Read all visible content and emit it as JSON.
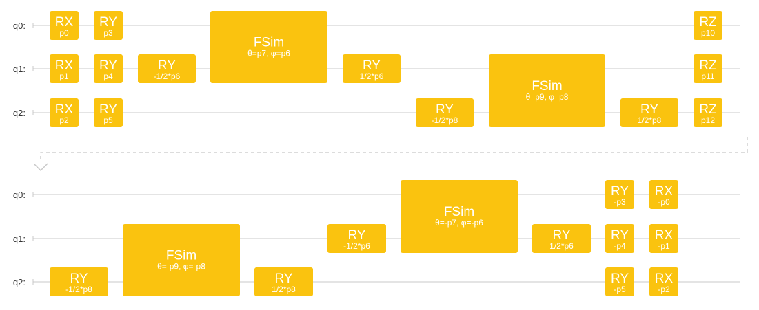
{
  "colors": {
    "gate": "#fac30f",
    "wire": "#c8c8c8",
    "label": "#333333",
    "text": "#ffffff"
  },
  "rows": [
    {
      "qubits": [
        "q0:",
        "q1:",
        "q2:"
      ],
      "gates": [
        {
          "id": "r1-rx-q0",
          "name": "RX",
          "param": "p0",
          "qubits": [
            0
          ],
          "col": 0
        },
        {
          "id": "r1-rx-q1",
          "name": "RX",
          "param": "p1",
          "qubits": [
            1
          ],
          "col": 0
        },
        {
          "id": "r1-rx-q2",
          "name": "RX",
          "param": "p2",
          "qubits": [
            2
          ],
          "col": 0
        },
        {
          "id": "r1-ry-q0",
          "name": "RY",
          "param": "p3",
          "qubits": [
            0
          ],
          "col": 1
        },
        {
          "id": "r1-ry-q1",
          "name": "RY",
          "param": "p4",
          "qubits": [
            1
          ],
          "col": 1
        },
        {
          "id": "r1-ry-q2",
          "name": "RY",
          "param": "p5",
          "qubits": [
            2
          ],
          "col": 1
        },
        {
          "id": "r1-ry-q1-b",
          "name": "RY",
          "param": "-1/2*p6",
          "qubits": [
            1
          ],
          "col": 2
        },
        {
          "id": "r1-fsim-01",
          "name": "FSim",
          "param": "θ=p7, φ=p6",
          "qubits": [
            0,
            1
          ],
          "col": 3
        },
        {
          "id": "r1-ry-q1-c",
          "name": "RY",
          "param": "1/2*p6",
          "qubits": [
            1
          ],
          "col": 4
        },
        {
          "id": "r1-ry-q2-b",
          "name": "RY",
          "param": "-1/2*p8",
          "qubits": [
            2
          ],
          "col": 5
        },
        {
          "id": "r1-fsim-12",
          "name": "FSim",
          "param": "θ=p9, φ=p8",
          "qubits": [
            1,
            2
          ],
          "col": 6
        },
        {
          "id": "r1-ry-q2-c",
          "name": "RY",
          "param": "1/2*p8",
          "qubits": [
            2
          ],
          "col": 7
        },
        {
          "id": "r1-rz-q0",
          "name": "RZ",
          "param": "p10",
          "qubits": [
            0
          ],
          "col": 8
        },
        {
          "id": "r1-rz-q1",
          "name": "RZ",
          "param": "p11",
          "qubits": [
            1
          ],
          "col": 8
        },
        {
          "id": "r1-rz-q2",
          "name": "RZ",
          "param": "p12",
          "qubits": [
            2
          ],
          "col": 8
        }
      ]
    },
    {
      "qubits": [
        "q0:",
        "q1:",
        "q2:"
      ],
      "gates": [
        {
          "id": "r2-ry-q2",
          "name": "RY",
          "param": "-1/2*p8",
          "qubits": [
            2
          ],
          "col": 0
        },
        {
          "id": "r2-fsim-12",
          "name": "FSim",
          "param": "θ=-p9, φ=-p8",
          "qubits": [
            1,
            2
          ],
          "col": 1
        },
        {
          "id": "r2-ry-q2-b",
          "name": "RY",
          "param": "1/2*p8",
          "qubits": [
            2
          ],
          "col": 2
        },
        {
          "id": "r2-ry-q1",
          "name": "RY",
          "param": "-1/2*p6",
          "qubits": [
            1
          ],
          "col": 3
        },
        {
          "id": "r2-fsim-01",
          "name": "FSim",
          "param": "θ=-p7, φ=-p6",
          "qubits": [
            0,
            1
          ],
          "col": 4
        },
        {
          "id": "r2-ry-q1-b",
          "name": "RY",
          "param": "1/2*p6",
          "qubits": [
            1
          ],
          "col": 5
        },
        {
          "id": "r2-ry-q0-c",
          "name": "RY",
          "param": "-p3",
          "qubits": [
            0
          ],
          "col": 6
        },
        {
          "id": "r2-ry-q1-c",
          "name": "RY",
          "param": "-p4",
          "qubits": [
            1
          ],
          "col": 6
        },
        {
          "id": "r2-ry-q2-c",
          "name": "RY",
          "param": "-p5",
          "qubits": [
            2
          ],
          "col": 6
        },
        {
          "id": "r2-rx-q0",
          "name": "RX",
          "param": "-p0",
          "qubits": [
            0
          ],
          "col": 7
        },
        {
          "id": "r2-rx-q1",
          "name": "RX",
          "param": "-p1",
          "qubits": [
            1
          ],
          "col": 7
        },
        {
          "id": "r2-rx-q2",
          "name": "RX",
          "param": "-p2",
          "qubits": [
            2
          ],
          "col": 7
        }
      ]
    }
  ]
}
